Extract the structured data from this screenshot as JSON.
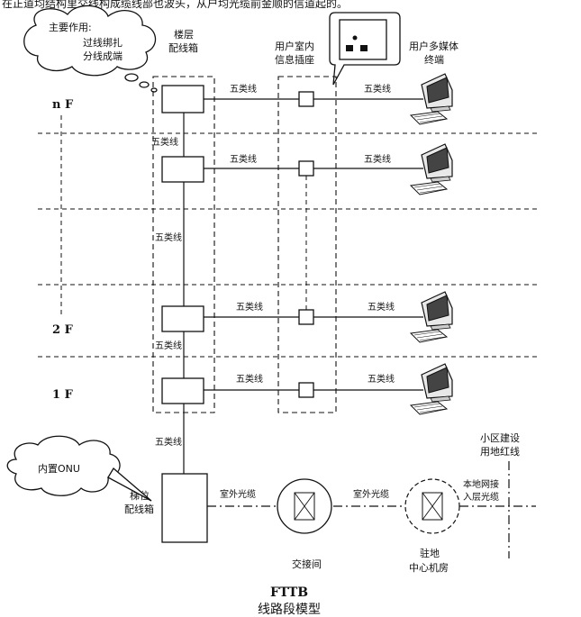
{
  "header_text": "在正道均结构里交线构成缆线部也波头，从户均光缆前金顺的信道起的。",
  "bubble_top": {
    "title": "主要作用:",
    "line1": "过线绑扎",
    "line2": "分线成端"
  },
  "labels": {
    "floor_box": [
      "楼层",
      "配线箱"
    ],
    "user_socket": [
      "用户室内",
      "信息插座"
    ],
    "user_terminal": [
      "用户多媒体",
      "终端"
    ],
    "building_box": [
      "梯位",
      "配线箱"
    ],
    "onu_bubble": "内置ONU",
    "exchange": "交接间",
    "station": [
      "驻地",
      "中心机房"
    ],
    "boundary": [
      "小区建设",
      "用地红线"
    ],
    "access_cable": [
      "本地网接",
      "入层光缆"
    ]
  },
  "floors": [
    "n F",
    "2 F",
    "1 F"
  ],
  "cable_cat5": "五类线",
  "cable_outdoor": "室外光缆",
  "title": {
    "line1": "FTTB",
    "line2": "线路段模型"
  }
}
